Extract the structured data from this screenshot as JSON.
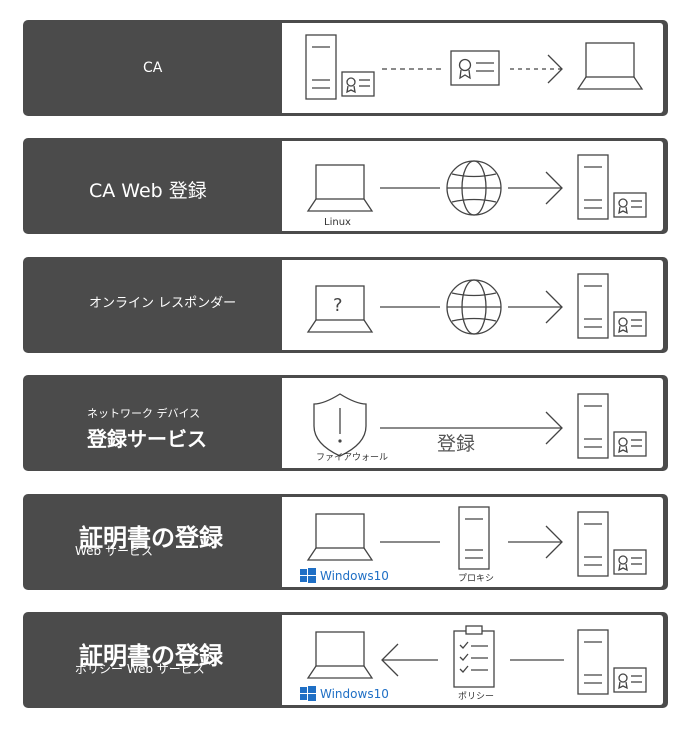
{
  "rows": [
    {
      "title": "CA"
    },
    {
      "title": "CA Web 登録",
      "device_label": "Linux"
    },
    {
      "title": "オンライン レスポンダー",
      "laptop_mark": "?"
    },
    {
      "subtitle": "ネットワーク デバイス",
      "title": "登録サービス",
      "device_label": "ファイアウォール",
      "arrow_label": "登録",
      "shield_mark": "!"
    },
    {
      "title": "証明書の登録",
      "subtitle": "Web サービス",
      "os_label": "Windows10",
      "proxy_label": "プロキシ"
    },
    {
      "title": "証明書の登録",
      "subtitle": "ポリシー Web サービス",
      "os_label": "Windows10",
      "policy_label": "ポリシー"
    }
  ]
}
